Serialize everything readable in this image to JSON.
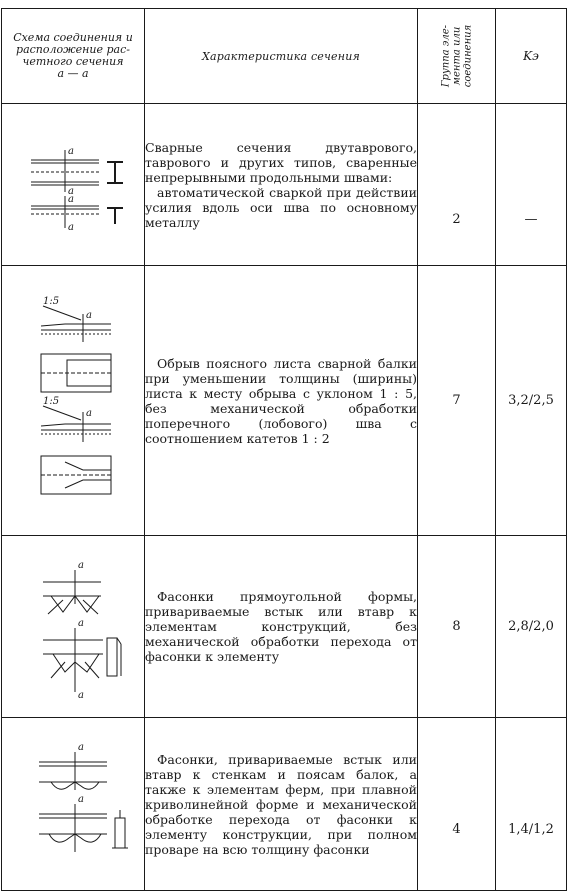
{
  "header": {
    "schema": "Схема соединения и расположение рас­четного сечения",
    "schema_sub": "а — а",
    "characteristic": "Характеристика сечения",
    "group": "Группа эле­мента или соединения",
    "k": "Kэ"
  },
  "rows": [
    {
      "desc_1": "Сварные сечения двутаврового, таврового и других типов, сваренные непрерывными продольными швами:",
      "desc_2": "автоматической сваркой при действии усилия вдоль оси шва по основному металлу",
      "group": "2",
      "k": "—"
    },
    {
      "desc_1": "Обрыв поясного листа сварной балки при уменьшении толщины (ширины) листа к месту обрыва с уклоном 1 : 5, без механической обработки поперечного (лобового) шва с соотношением катетов 1 : 2",
      "group": "7",
      "k": "3,2/2,5"
    },
    {
      "desc_1": "Фасонки прямоугольной формы, привариваемые встык или втавр к элементам конструкций, без механической обработки перехода от фасонки к элементу",
      "group": "8",
      "k": "2,8/2,0"
    },
    {
      "desc_1": "Фасонки, привариваемые встык или втавр к стенкам и поясам балок, а также к элементам ферм, при плавной криволинейной форме и механической обработке перехода от фасонки к элементу конструкции, при полном проваре на всю толщину фасонки",
      "group": "4",
      "k": "1,4/1,2"
    }
  ],
  "labels": {
    "section": "a",
    "slope": "1:5"
  }
}
